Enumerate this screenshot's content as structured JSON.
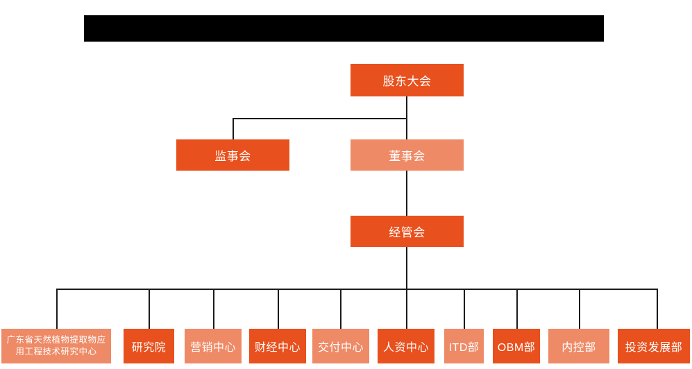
{
  "header": {
    "redacted_bar": {
      "label": "",
      "color": "#000000"
    }
  },
  "palette": {
    "dark_orange": "#e8501d",
    "light_orange": "#ee8a66",
    "line": "#1a1a1a",
    "background": "#ffffff",
    "text": "#ffffff"
  },
  "chart_title": "",
  "org_chart": {
    "levels": [
      {
        "name": "level-1",
        "nodes": [
          {
            "id": "shareholders-meeting",
            "label": "股东大会",
            "tone": "dark"
          }
        ]
      },
      {
        "name": "level-2",
        "nodes": [
          {
            "id": "supervisory-board",
            "label": "监事会",
            "tone": "dark"
          },
          {
            "id": "board-of-directors",
            "label": "董事会",
            "tone": "light"
          }
        ]
      },
      {
        "name": "level-3",
        "nodes": [
          {
            "id": "management-committee",
            "label": "经管会",
            "tone": "dark"
          }
        ]
      },
      {
        "name": "level-4",
        "nodes": [
          {
            "id": "guangdong-research-center",
            "label": "广东省天然植物提取物应\n用工程技术研究中心",
            "tone": "light"
          },
          {
            "id": "research-institute",
            "label": "研究院",
            "tone": "dark"
          },
          {
            "id": "marketing-center",
            "label": "营销中心",
            "tone": "light"
          },
          {
            "id": "finance-center",
            "label": "财经中心",
            "tone": "dark"
          },
          {
            "id": "delivery-center",
            "label": "交付中心",
            "tone": "light"
          },
          {
            "id": "hr-center",
            "label": "人资中心",
            "tone": "dark"
          },
          {
            "id": "itd-department",
            "label": "ITD部",
            "tone": "light"
          },
          {
            "id": "obm-department",
            "label": "OBM部",
            "tone": "dark"
          },
          {
            "id": "internal-control-department",
            "label": "内控部",
            "tone": "light"
          },
          {
            "id": "investment-development-department",
            "label": "投资发展部",
            "tone": "dark"
          }
        ]
      }
    ]
  }
}
